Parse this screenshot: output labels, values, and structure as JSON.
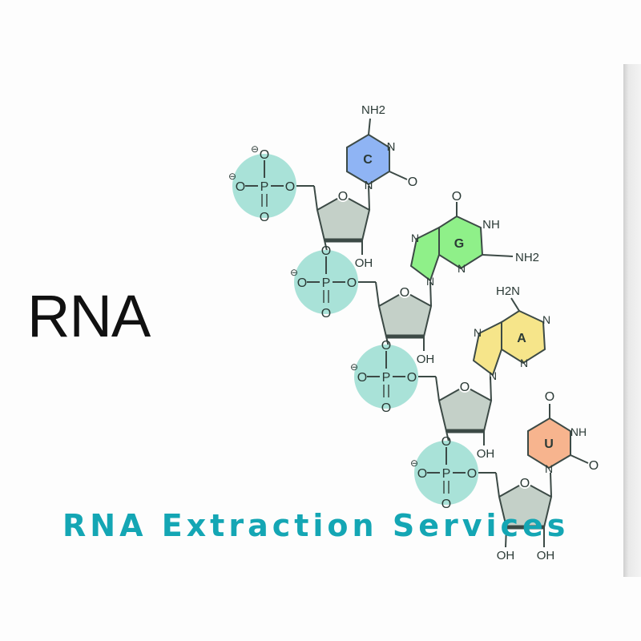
{
  "title": "RNA",
  "caption": "RNA Extraction Services",
  "colors": {
    "phosphate": "#a9e2d8",
    "sugar": "#c4d0c8",
    "C": "#8fb4f4",
    "G": "#8ff089",
    "A": "#f6e58a",
    "U": "#f7b48e",
    "caption": "#14a6b4"
  },
  "bases": [
    {
      "letter": "C",
      "atoms": [
        "NH2",
        "N",
        "N",
        "O"
      ]
    },
    {
      "letter": "G",
      "atoms": [
        "O",
        "NH",
        "NH2",
        "N",
        "N",
        "N"
      ]
    },
    {
      "letter": "A",
      "atoms": [
        "H2N",
        "N",
        "N",
        "N",
        "N"
      ]
    },
    {
      "letter": "U",
      "atoms": [
        "O",
        "NH",
        "O",
        "N"
      ]
    }
  ],
  "phosphate_atoms": {
    "P": "P",
    "O": "O",
    "minus": "⊖"
  },
  "sugar_atoms": {
    "O": "O",
    "OH": "OH"
  }
}
